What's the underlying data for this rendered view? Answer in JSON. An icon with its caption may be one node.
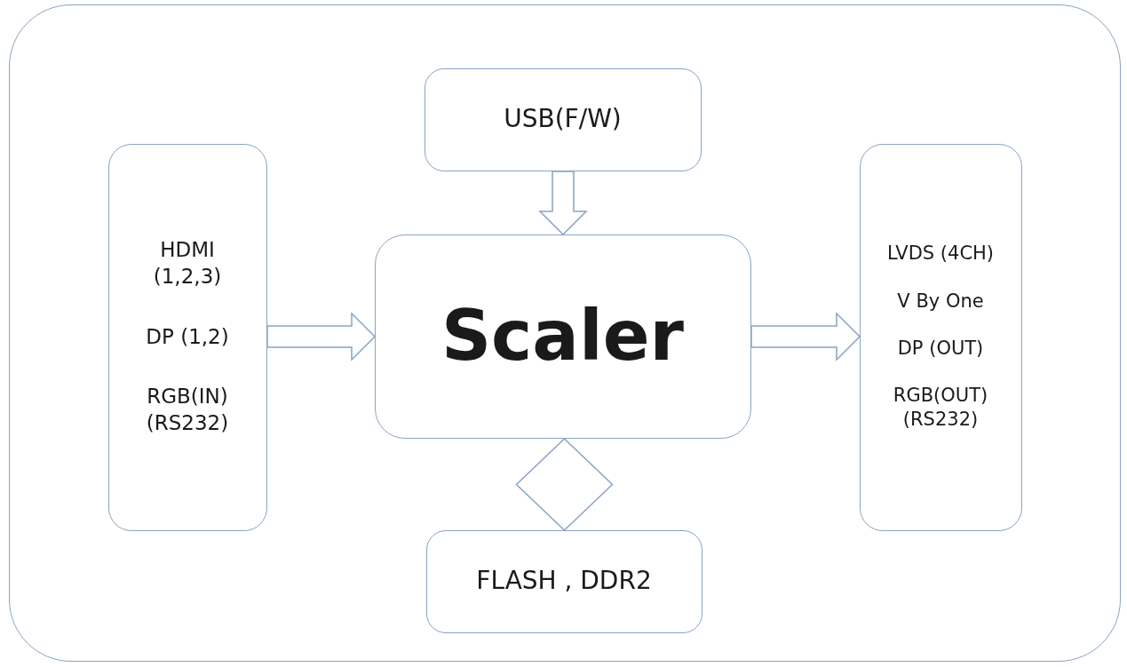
{
  "diagram": {
    "nodes": [
      {
        "text": [],
        "shape": "box"
      },
      {
        "text": [
          "HDMI (1,2,3)",
          "DP (1,2)",
          "RGB(IN) (RS232)"
        ],
        "in": 0
      },
      {
        "text": [
          "USB(F/W)"
        ],
        "in": 0
      },
      {
        "text": [
          "Scaler"
        ],
        "in": 0
      },
      {
        "text": [
          "LVDS (4CH)",
          "V By One",
          "DP (OUT)",
          "RGB(OUT) (RS232)"
        ],
        "in": 0
      },
      {
        "text": [
          "FLASH , DDR2"
        ],
        "in": 0
      }
    ],
    "edges": [
      {
        "from": 1,
        "to": 3,
        "arrow": "to"
      },
      {
        "from": 2,
        "to": 3,
        "arrow": "to"
      },
      {
        "from": 3,
        "to": 4,
        "arrow": "to"
      },
      {
        "from": 3,
        "to": 5,
        "arrow": "both"
      }
    ]
  }
}
